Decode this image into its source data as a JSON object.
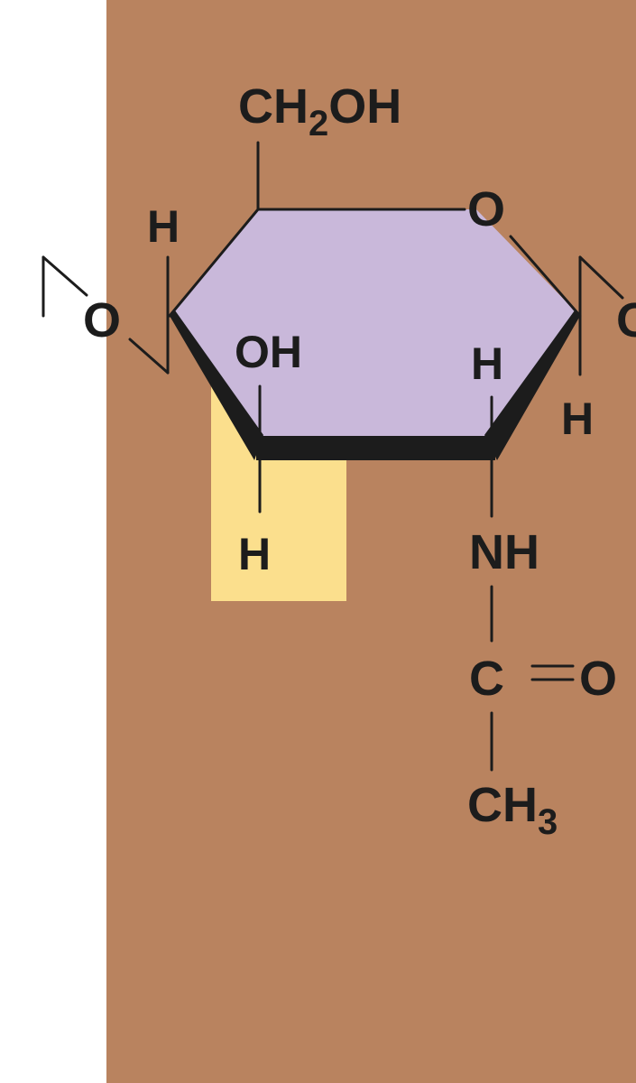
{
  "colors": {
    "page_background": "#ffffff",
    "panel_background": "#b9835f",
    "ring_fill": "#c9b8da",
    "highlight_fill": "#fbdf8d",
    "ink": "#1c1c1c"
  },
  "molecule": {
    "substituents": {
      "c6_group": {
        "main": "CH",
        "subscript": "2",
        "tail": "OH"
      },
      "ring_oxygen": "O",
      "c4_hydrogen": "H",
      "c4_glycosidic_oxygen": "O",
      "c1_glycosidic_oxygen": "O",
      "c1_hydrogen": "H",
      "c3_hydroxyl": "OH",
      "c3_hydrogen": "H",
      "c2_hydrogen": "H",
      "c2_amine": "NH",
      "acetyl_carbon": "C",
      "acetyl_oxygen": "O",
      "acetyl_methyl": {
        "main": "CH",
        "subscript": "3"
      }
    }
  }
}
